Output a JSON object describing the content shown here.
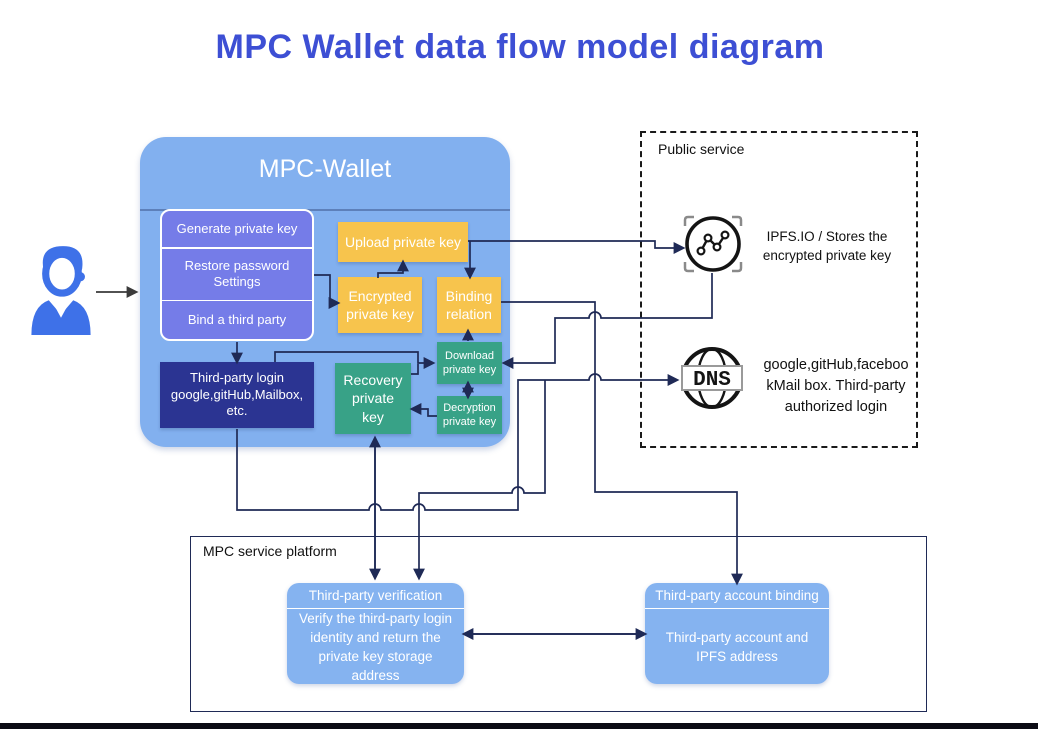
{
  "title": "MPC Wallet data flow model diagram",
  "wallet": {
    "title": "MPC-Wallet",
    "stack": [
      "Generate private key",
      "Restore password Settings",
      "Bind a third party"
    ],
    "upload": "Upload private key",
    "encrypted": "Encrypted private key",
    "binding": "Binding relation",
    "login": "Third-party login google,gitHub,Mailbox, etc.",
    "recovery": "Recovery private key",
    "download": "Download private key",
    "decryption": "Decryption private key"
  },
  "public_service": {
    "label": "Public service",
    "ipfs_icon": "ipfs-network-icon",
    "ipfs_lines": [
      "IPFS.IO / Stores the",
      "encrypted private key"
    ],
    "dns_icon": "dns-globe-icon",
    "dns_icon_label": "DNS",
    "dns_lines": [
      "google,gitHub,faceboo",
      "kMail box. Third-party",
      "authorized login"
    ]
  },
  "platform": {
    "label": "MPC service platform",
    "verification": {
      "header": "Third-party verification",
      "body": "Verify the third-party login identity and return the private key storage address"
    },
    "account_binding": {
      "header": "Third-party account binding",
      "body": "Third-party account and IPFS address"
    }
  },
  "user_icon": "person-user-icon",
  "colors": {
    "title": "#3D4FD4",
    "wallet_fill": "#82B0EF",
    "purple_box": "#757CE8",
    "yellow_box": "#F7C44D",
    "teal_box": "#38A287",
    "navy_box": "#2B3492",
    "platform_box_fill": "#85B3F0",
    "connector": "#1F2A56",
    "person_icon": "#3E71E8"
  }
}
